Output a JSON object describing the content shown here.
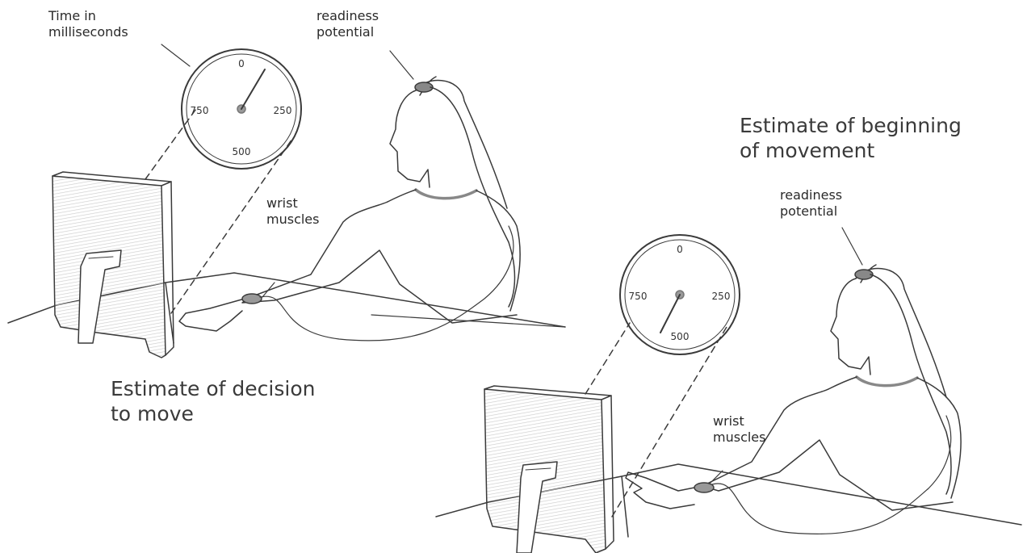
{
  "left_scene": {
    "clock_label": [
      "Time in",
      "milliseconds"
    ],
    "readiness_label": [
      "readiness",
      "potential"
    ],
    "wrist_label": [
      "wrist",
      "muscles"
    ],
    "clock_numbers": {
      "top": "0",
      "right": "250",
      "bottom": "500",
      "left": "750"
    },
    "caption": [
      "Estimate of decision",
      "to move"
    ]
  },
  "right_scene": {
    "caption": [
      "Estimate of beginning",
      "of movement"
    ],
    "readiness_label": [
      "readiness",
      "potential"
    ],
    "wrist_label": [
      "wrist",
      "muscles"
    ],
    "clock_numbers": {
      "top": "0",
      "right": "250",
      "bottom": "500",
      "left": "750"
    }
  },
  "colors": {
    "ink": "#3a3a3a",
    "background": "#ffffff",
    "shade": "#bdbdbd"
  }
}
